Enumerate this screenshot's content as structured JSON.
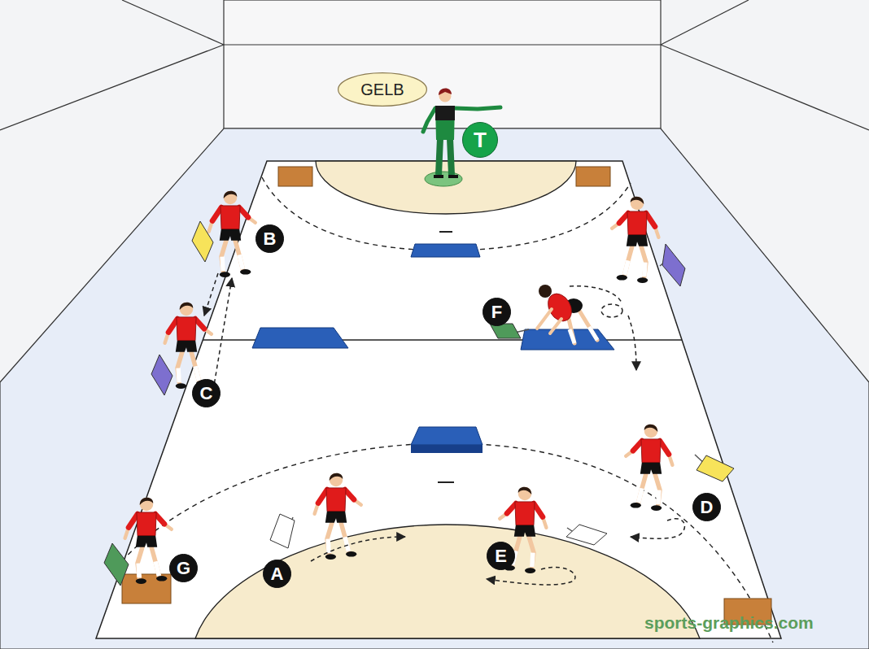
{
  "diagram": {
    "nodes": [
      {
        "text": [
          "GELB"
        ]
      },
      {
        "text": [
          "T"
        ]
      },
      {
        "text": [
          "B"
        ]
      },
      {
        "text": [
          "F"
        ]
      },
      {
        "text": [
          "C"
        ]
      },
      {
        "text": [
          "D"
        ]
      },
      {
        "text": [
          "G"
        ]
      },
      {
        "text": [
          "A"
        ]
      },
      {
        "text": [
          "E"
        ]
      }
    ],
    "labels": [
      "sports-graphics.com"
    ]
  }
}
